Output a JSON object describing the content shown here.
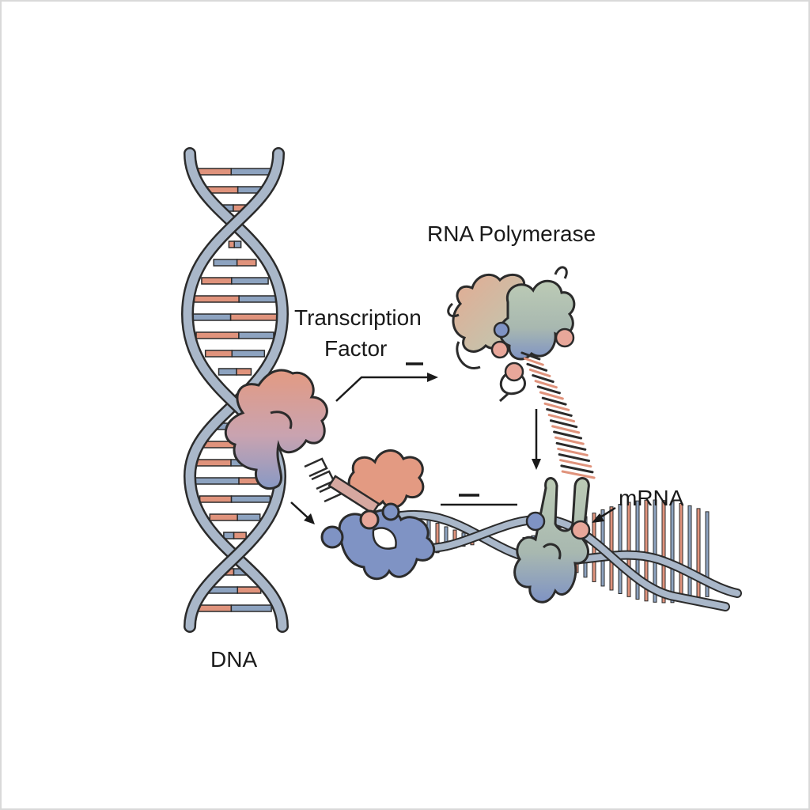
{
  "labels": {
    "dna": "DNA",
    "rna_polymerase": "RNA Polymerase",
    "transcription_factor_line1": "Transcription",
    "transcription_factor_line2": "Factor",
    "mrna": "mRNA"
  },
  "colors": {
    "outline": "#2b2b2b",
    "strand_fill": "#a9b7c9",
    "rung_red": "#e0937c",
    "rung_blue": "#8da3c0",
    "protein_salmon": "#e39a82",
    "protein_blue": "#8899c4",
    "protein_green": "#bccbb5",
    "node_pink": "#e8a79a",
    "node_blue": "#7f93c4"
  }
}
